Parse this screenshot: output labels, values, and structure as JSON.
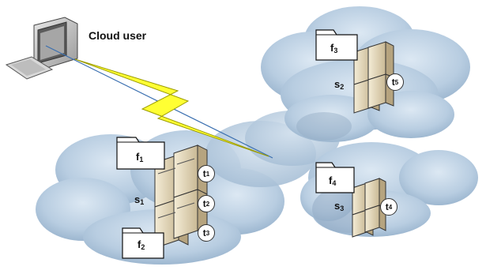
{
  "user": {
    "label": "Cloud user"
  },
  "clouds": {
    "s1": {
      "server_label": "s",
      "server_sub": "1",
      "files": [
        {
          "label": "f",
          "sub": "1"
        },
        {
          "label": "f",
          "sub": "2"
        }
      ],
      "tasks": [
        {
          "label": "t",
          "sub": "1"
        },
        {
          "label": "t",
          "sub": "2"
        },
        {
          "label": "t",
          "sub": "3"
        }
      ]
    },
    "s2": {
      "server_label": "s",
      "server_sub": "2",
      "files": [
        {
          "label": "f",
          "sub": "3"
        }
      ],
      "tasks": [
        {
          "label": "t",
          "sub": "5"
        }
      ]
    },
    "s3": {
      "server_label": "s",
      "server_sub": "3",
      "files": [
        {
          "label": "f",
          "sub": "4"
        }
      ],
      "tasks": [
        {
          "label": "t",
          "sub": "4"
        }
      ]
    }
  },
  "colors": {
    "cloud_fill": "#b9cde0",
    "cloud_shadow": "#90a9c3",
    "lightning": "#ffff33",
    "link_line": "#3a6fb0"
  }
}
